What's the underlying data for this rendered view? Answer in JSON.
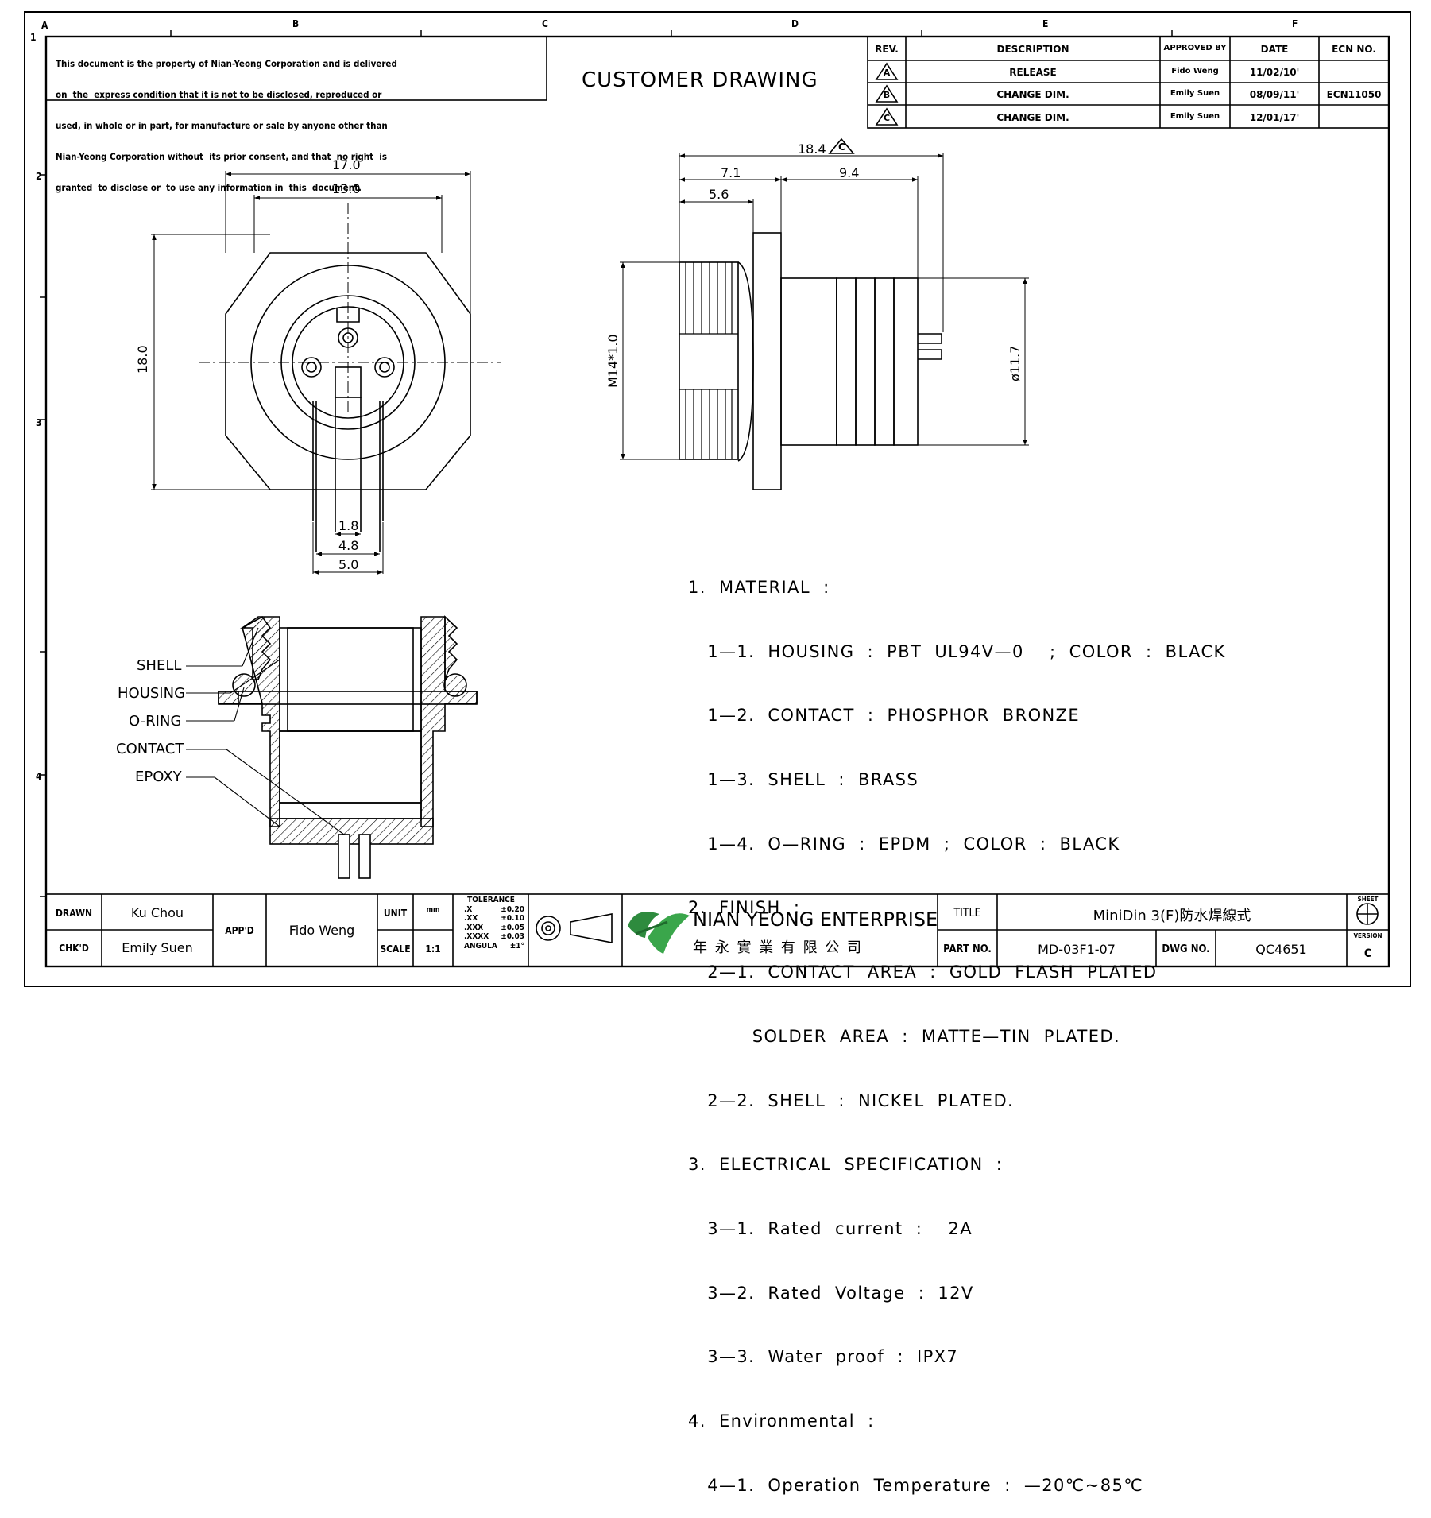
{
  "border": {
    "col_letters": [
      "A",
      "B",
      "C",
      "D",
      "E",
      "F"
    ],
    "row_numbers": [
      "1",
      "2",
      "3",
      "4"
    ]
  },
  "confidentiality": [
    "This document is the property of Nian-Yeong Corporation and is delivered",
    "on  the  express condition that it is not to be disclosed, reproduced or",
    "used, in whole or in part, for manufacture or sale by anyone other than",
    "Nian-Yeong Corporation without  its prior consent, and that  no right  is",
    "granted  to disclose or  to use any information in  this  document."
  ],
  "header_title": "CUSTOMER  DRAWING",
  "revision_table": {
    "headers": {
      "rev": "REV.",
      "description": "DESCRIPTION",
      "approved": "APPROVED BY",
      "date": "DATE",
      "ecn": "ECN NO."
    },
    "rows": [
      {
        "rev": "A",
        "description": "RELEASE",
        "approved": "Fido Weng",
        "date": "11/02/10'",
        "ecn": ""
      },
      {
        "rev": "B",
        "description": "CHANGE DIM.",
        "approved": "Emily Suen",
        "date": "08/09/11'",
        "ecn": "ECN11050"
      },
      {
        "rev": "C",
        "description": "CHANGE DIM.",
        "approved": "Emily Suen",
        "date": "12/01/17'",
        "ecn": ""
      }
    ]
  },
  "front_view": {
    "dims": {
      "w_outer": "17.0",
      "w_inner": "13.0",
      "height": "18.0",
      "pin_w": "1.8",
      "slot_w": "4.8",
      "tab_w": "5.0"
    }
  },
  "side_view": {
    "dims": {
      "total": "18.4",
      "rev_mark": "C",
      "a": "7.1",
      "b": "9.4",
      "c": "5.6",
      "thread": "M14*1.0",
      "dia": "ø11.7"
    }
  },
  "section_labels": [
    "SHELL",
    "HOUSING",
    "O-RING",
    "CONTACT",
    "EPOXY"
  ],
  "notes": [
    "1.  MATERIAL  :",
    "   1—1.  HOUSING  :  PBT  UL94V—0    ;  COLOR  :  BLACK",
    "   1—2.  CONTACT  :  PHOSPHOR  BRONZE",
    "   1—3.  SHELL  :  BRASS",
    "   1—4.  O—RING  :  EPDM  ;  COLOR  :  BLACK",
    "2.  FINISH  :",
    "   2—1.  CONTACT  AREA  :  GOLD  FLASH  PLATED",
    "          SOLDER  AREA  :  MATTE—TIN  PLATED.",
    "   2—2.  SHELL  :  NICKEL  PLATED.",
    "3.  ELECTRICAL  SPECIFICATION  :",
    "   3—1.  Rated  current  :    2A",
    "   3—2.  Rated  Voltage  :  12V",
    "   3—3.  Water  proof  :  IPX7",
    "4.  Environmental  :",
    "   4—1.  Operation  Temperature  :  —20℃~85℃"
  ],
  "title_block": {
    "drawn_label": "DRAWN",
    "drawn": "Ku Chou",
    "chkd_label": "CHK'D",
    "chkd": "Emily Suen",
    "appd_label": "APP'D",
    "appd": "Fido Weng",
    "unit_label": "UNIT",
    "unit": "mm",
    "scale_label": "SCALE",
    "scale": "1:1",
    "tolerance_title": "TOLERANCE",
    "tolerances": [
      {
        "k": ".X",
        "v": "±0.20"
      },
      {
        "k": ".XX",
        "v": "±0.10"
      },
      {
        "k": ".XXX",
        "v": "±0.05"
      },
      {
        "k": ".XXXX",
        "v": "±0.03"
      },
      {
        "k": "ANGULA",
        "v": "±1°"
      }
    ],
    "company_en": "NIAN YEONG ENTERPRISE",
    "company_cn": "年 永 實 業 有 限 公 司",
    "title_label": "TITLE",
    "title": "MiniDin  3(F)防水焊線式",
    "partno_label": "PART NO.",
    "partno": "MD-03F1-07",
    "dwgno_label": "DWG NO.",
    "dwgno": "QC4651",
    "sheet_label": "SHEET",
    "version_label": "VERSION",
    "version": "C"
  }
}
